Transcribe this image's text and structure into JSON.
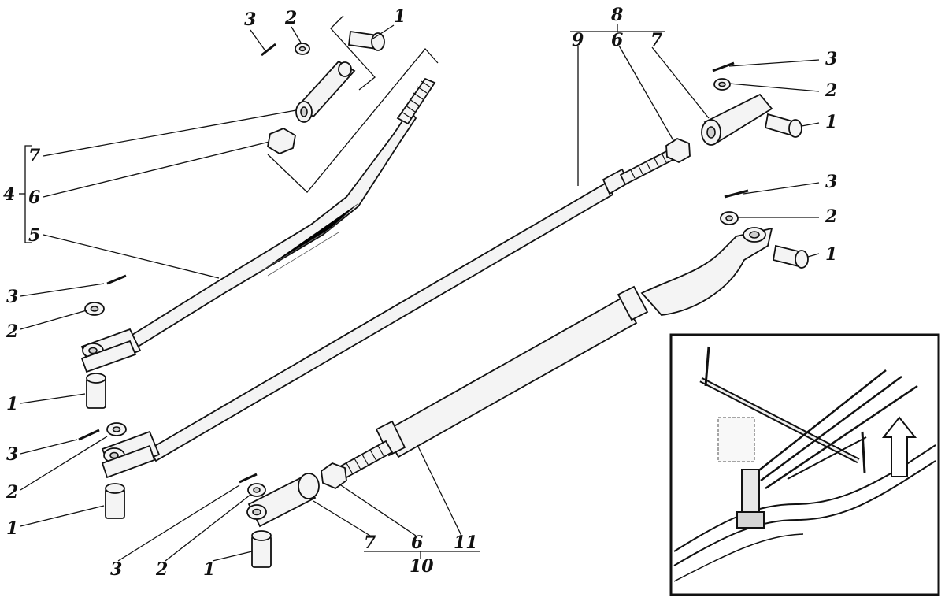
{
  "labels": {
    "p1": "1",
    "p2": "2",
    "p3": "3",
    "p4": "4",
    "p5": "5",
    "p6": "6",
    "p7": "7",
    "p8": "8",
    "p9": "9",
    "p10": "10",
    "p11": "11"
  },
  "colors": {
    "ink": "#111111",
    "paper": "#ffffff",
    "shade": "#cfcfcf"
  }
}
